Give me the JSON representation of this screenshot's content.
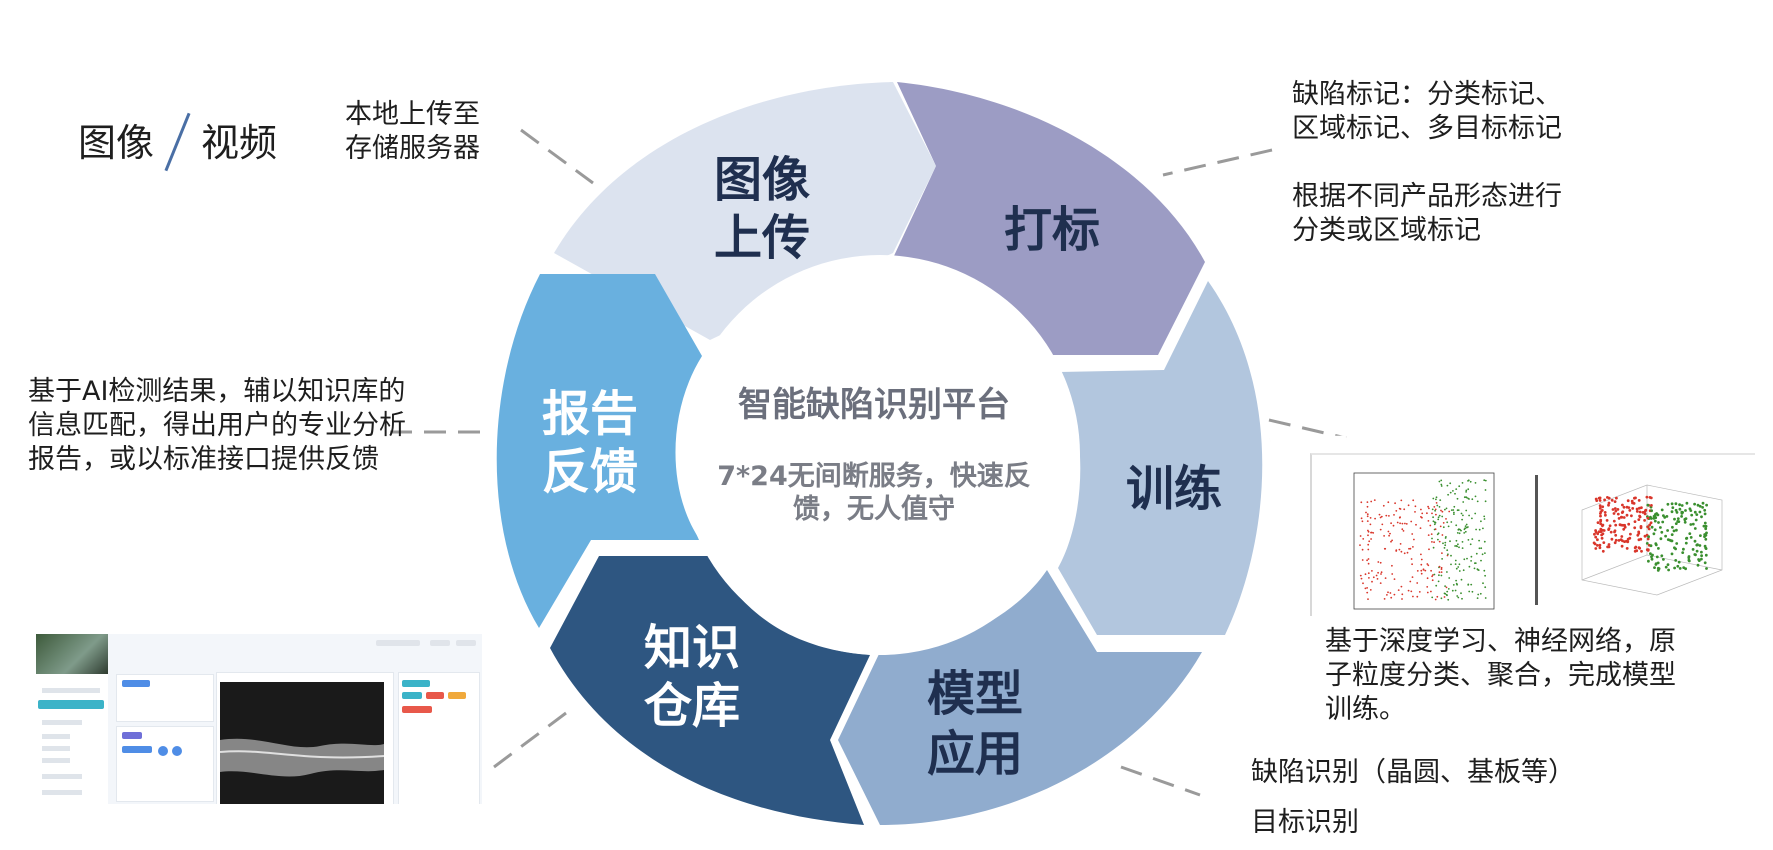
{
  "center": {
    "title": "智能缺陷识别平台",
    "subtitle_line1": "7*24无间断服务，快速反",
    "subtitle_line2": "馈，无人值守"
  },
  "segments": [
    {
      "id": "upload",
      "line1": "图像",
      "line2": "上传",
      "color": "#dce3ef",
      "text_color": "#1f2f4f"
    },
    {
      "id": "label",
      "line1": "打标",
      "line2": "",
      "color": "#9c9cc4",
      "text_color": "#1f2f4f"
    },
    {
      "id": "train",
      "line1": "训练",
      "line2": "",
      "color": "#b2c6de",
      "text_color": "#1f2f4f"
    },
    {
      "id": "apply",
      "line1": "模型",
      "line2": "应用",
      "color": "#90acce",
      "text_color": "#1f2f4f"
    },
    {
      "id": "knowledge",
      "line1": "知识",
      "line2": "仓库",
      "color": "#2e5681",
      "text_color": "#ffffff"
    },
    {
      "id": "report",
      "line1": "报告",
      "line2": "反馈",
      "color": "#69b0df",
      "text_color": "#ffffff"
    }
  ],
  "notes": {
    "media_left": "图像",
    "media_right": "视频",
    "upload": "本地上传至\n存储服务器",
    "label_1": "缺陷标记：分类标记、\n区域标记、多目标标记",
    "label_2": "根据不同产品形态进行\n分类或区域标记",
    "report": "基于AI检测结果，辅以知识库的\n信息匹配，得出用户的专业分析\n报告，或以标准接口提供反馈",
    "train": "基于深度学习、神经网络，原\n子粒度分类、聚合，完成模型\n训练。",
    "apply_1": "缺陷识别（晶圆、基板等）",
    "apply_2": "目标识别"
  },
  "colors": {
    "connector": "#9a9a9a",
    "slash": "#4a6fa5",
    "red_points": "#d9362b",
    "green_points": "#3a8f2f"
  }
}
